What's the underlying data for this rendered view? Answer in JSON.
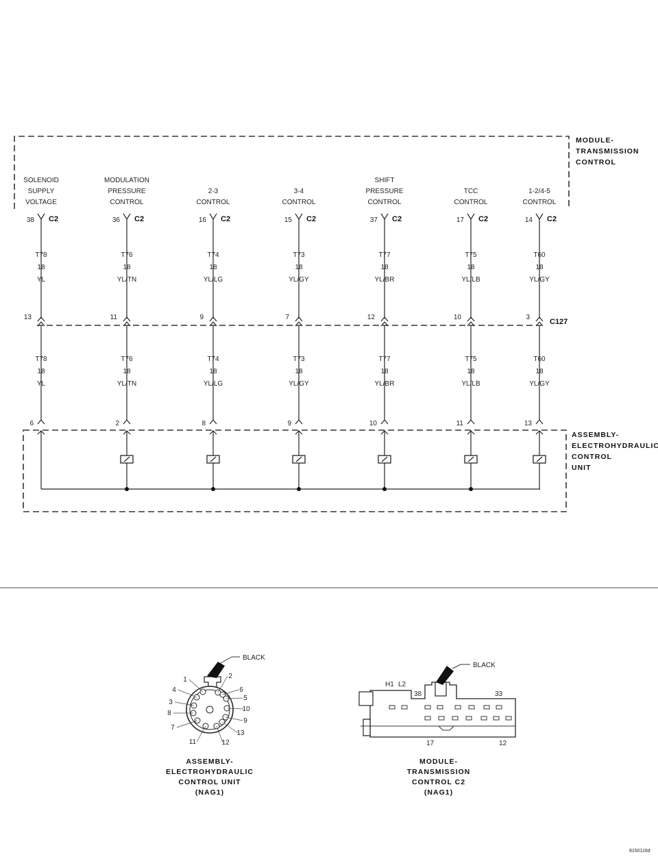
{
  "module_tcm": {
    "label_lines": [
      "MODULE-",
      "TRANSMISSION",
      "CONTROL"
    ]
  },
  "assembly_ehcu": {
    "label_lines": [
      "ASSEMBLY-",
      "ELECTROHYDRAULIC",
      "CONTROL",
      "UNIT"
    ]
  },
  "connectors": {
    "tcm": "C2",
    "inline": "C127"
  },
  "circuits": [
    {
      "func": [
        "SOLENOID",
        "SUPPLY",
        "VOLTAGE"
      ],
      "tcm_pin": "38",
      "circuit": "T78",
      "gauge": "18",
      "color": "YL",
      "c127_pin": "13",
      "ehcu_pin": "6",
      "solenoid": false
    },
    {
      "func": [
        "MODULATION",
        "PRESSURE",
        "CONTROL"
      ],
      "tcm_pin": "36",
      "circuit": "T76",
      "gauge": "18",
      "color": "YL/TN",
      "c127_pin": "11",
      "ehcu_pin": "2",
      "solenoid": true
    },
    {
      "func": [
        "2-3",
        "CONTROL"
      ],
      "tcm_pin": "16",
      "circuit": "T74",
      "gauge": "18",
      "color": "YL/LG",
      "c127_pin": "9",
      "ehcu_pin": "8",
      "solenoid": true
    },
    {
      "func": [
        "3-4",
        "CONTROL"
      ],
      "tcm_pin": "15",
      "circuit": "T73",
      "gauge": "18",
      "color": "YL/GY",
      "c127_pin": "7",
      "ehcu_pin": "9",
      "solenoid": true
    },
    {
      "func": [
        "SHIFT",
        "PRESSURE",
        "CONTROL"
      ],
      "tcm_pin": "37",
      "circuit": "T77",
      "gauge": "18",
      "color": "YL/BR",
      "c127_pin": "12",
      "ehcu_pin": "10",
      "solenoid": true
    },
    {
      "func": [
        "TCC",
        "CONTROL"
      ],
      "tcm_pin": "17",
      "circuit": "T75",
      "gauge": "18",
      "color": "YL/LB",
      "c127_pin": "10",
      "ehcu_pin": "11",
      "solenoid": true
    },
    {
      "func": [
        "1-2/4-5",
        "CONTROL"
      ],
      "tcm_pin": "14",
      "circuit": "T60",
      "gauge": "18",
      "color": "YL/GY",
      "c127_pin": "3",
      "ehcu_pin": "13",
      "solenoid": true
    }
  ],
  "ehcu_connector_view": {
    "color_label": "BLACK",
    "pin_labels": [
      "1",
      "2",
      "3",
      "4",
      "5",
      "6",
      "7",
      "8",
      "9",
      "10",
      "11",
      "12",
      "13"
    ],
    "caption_lines": [
      "ASSEMBLY-",
      "ELECTROHYDRAULIC",
      "CONTROL UNIT",
      "(NAG1)"
    ]
  },
  "tcm_connector_view": {
    "color_label": "BLACK",
    "cavity_labels": [
      "H1",
      "L2",
      "38",
      "33",
      "17",
      "12"
    ],
    "caption_lines": [
      "MODULE-",
      "TRANSMISSION",
      "CONTROL C2",
      "(NAG1)"
    ]
  },
  "figure_id": "8150116d"
}
